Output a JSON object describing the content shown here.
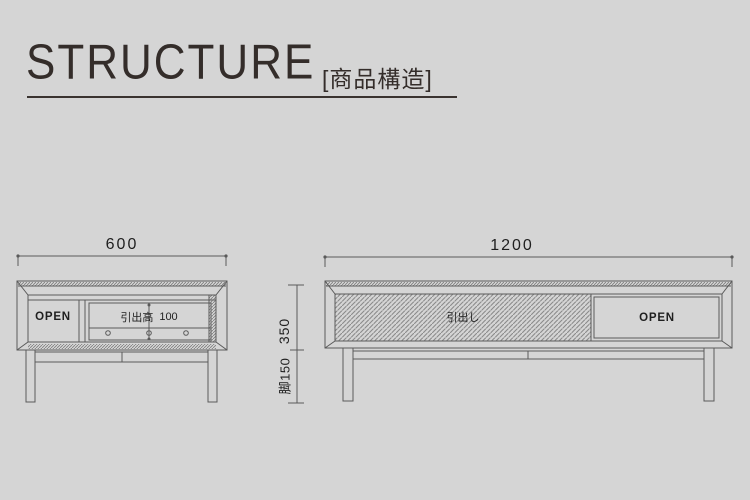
{
  "header": {
    "title": "STRUCTURE",
    "subtitle": "[商品構造]"
  },
  "left_drawing": {
    "width_dim": "600",
    "open_label": "OPEN",
    "drawer_height_label": "引出高",
    "drawer_height_value": "100"
  },
  "right_drawing": {
    "width_dim": "1200",
    "height_dim": "350",
    "leg_dim": "脚150",
    "drawer_label": "引出し",
    "open_label": "OPEN"
  },
  "colors": {
    "background": "#d5d5d5",
    "line": "#5a5a5a",
    "hatch": "#878787",
    "text": "#1f1f1f",
    "title": "#342d2a"
  }
}
